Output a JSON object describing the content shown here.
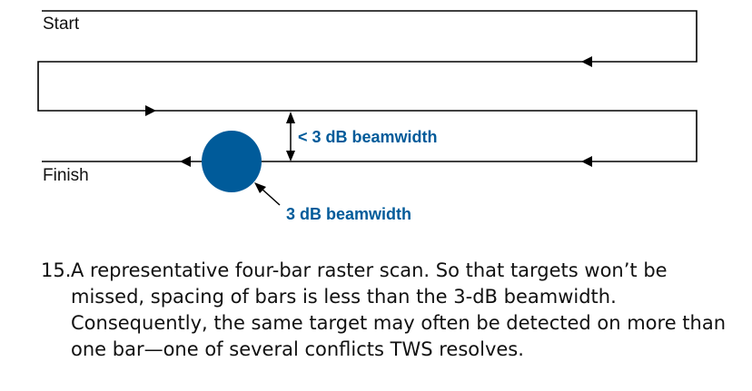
{
  "diagram": {
    "start_label": "Start",
    "finish_label": "Finish",
    "bar_spacing_label": "< 3 dB beamwidth",
    "beam_label": "3 dB beamwidth",
    "beam_color": "#005b9a",
    "bar_count": 4
  },
  "caption": {
    "number": "15.",
    "text": "A representative four-bar raster scan. So that targets won’t be missed, spacing of bars is less than the 3-dB beamwidth. Consequently, the same target may often be detected on more than one bar—one of several conflicts TWS resolves."
  }
}
